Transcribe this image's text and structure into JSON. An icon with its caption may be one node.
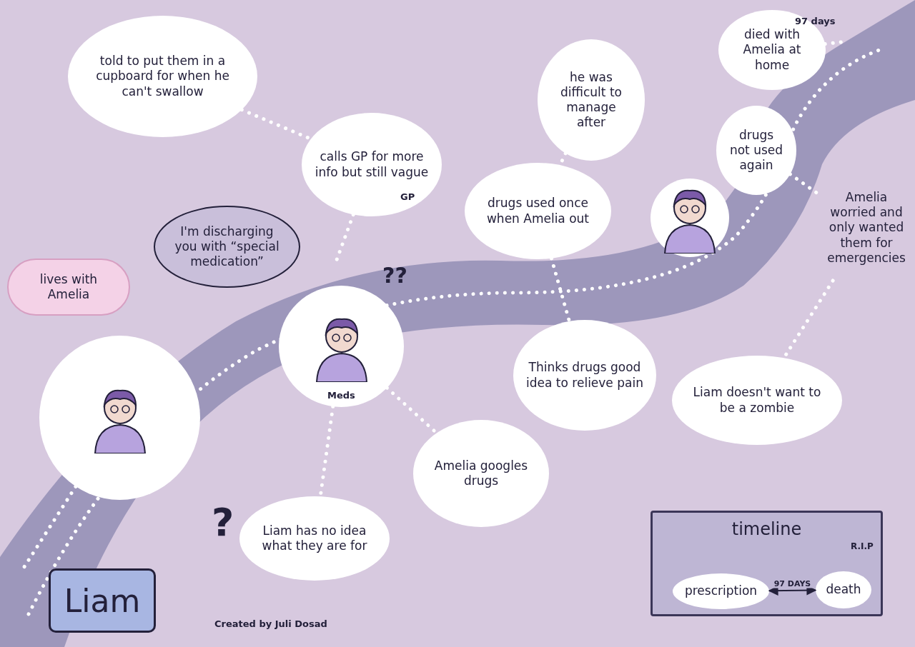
{
  "diagram": {
    "nodes": [
      {
        "text": [
          "lives with Amelia"
        ]
      },
      {
        "text": [],
        "shape": "picture"
      },
      {
        "text": [
          "told to put them in a cupboard for when he can't swallow"
        ]
      },
      {
        "text": [
          "calls GP for more info but still vague"
        ]
      },
      {
        "text": [
          "I'm discharging you with “special medication”"
        ]
      },
      {
        "text": [],
        "shape": "picture"
      },
      {
        "text": [
          "drugs used once when Amelia out"
        ]
      },
      {
        "text": [
          "he was difficult to manage after"
        ]
      },
      {
        "text": [],
        "shape": "picture"
      },
      {
        "text": [
          "died with Amelia at home"
        ]
      },
      {
        "text": [
          "drugs not used again"
        ]
      },
      {
        "text": [
          "Amelia worried and only wanted them for emergencies"
        ]
      },
      {
        "text": [
          "Thinks drugs good idea to relieve pain"
        ]
      },
      {
        "text": [
          "Liam doesn't want to be a zombie"
        ]
      },
      {
        "text": [
          "Amelia googles drugs"
        ]
      },
      {
        "text": [
          "Liam has no idea what they are for"
        ]
      },
      {
        "text": [
          "Liam"
        ]
      },
      {
        "text": [
          "timeline"
        ]
      },
      {
        "text": [
          "prescription"
        ],
        "in": 17
      },
      {
        "text": [
          "death"
        ],
        "in": 17
      }
    ],
    "edges": [
      {
        "from": 2,
        "to": 3,
        "arrow": "none",
        "style": "dashed"
      },
      {
        "from": 3,
        "to": null,
        "arrow": "none",
        "style": "dashed"
      },
      {
        "from": 5,
        "to": 15,
        "arrow": "none",
        "style": "dashed"
      },
      {
        "from": 5,
        "to": 14,
        "arrow": "none",
        "style": "dashed"
      },
      {
        "from": 7,
        "to": 6,
        "arrow": "none",
        "style": "dashed"
      },
      {
        "from": 6,
        "to": 12,
        "arrow": "none",
        "style": "dashed"
      },
      {
        "from": 11,
        "to": 13,
        "arrow": "none",
        "style": "dashed"
      },
      {
        "from": 10,
        "to": 11,
        "arrow": "none",
        "style": "dashed"
      },
      {
        "from": 9,
        "to": null,
        "arrow": "none",
        "style": "dashed"
      },
      {
        "from": 1,
        "to": null,
        "arrow": "none",
        "style": "dashed"
      },
      {
        "from": 18,
        "to": 19,
        "arrow": "both",
        "label": "97 DAYS",
        "color": "#23203a"
      }
    ],
    "labels": [
      "97 days",
      "GP",
      "??",
      "Meds",
      "?",
      "R.I.P",
      "Created by Juli Dosad"
    ]
  }
}
